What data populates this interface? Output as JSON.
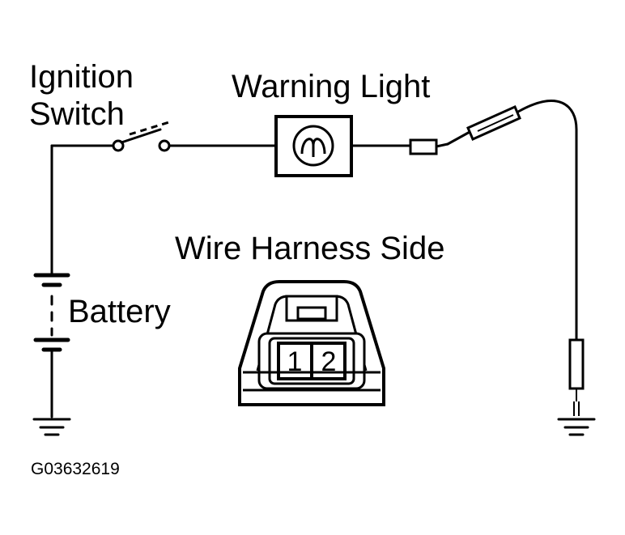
{
  "labels": {
    "ignition_line1": "Ignition",
    "ignition_line2": "Switch",
    "warning_light": "Warning Light",
    "battery": "Battery",
    "wire_harness_side": "Wire Harness Side",
    "pin_1": "1",
    "pin_2": "2",
    "figure_id": "G03632619"
  }
}
